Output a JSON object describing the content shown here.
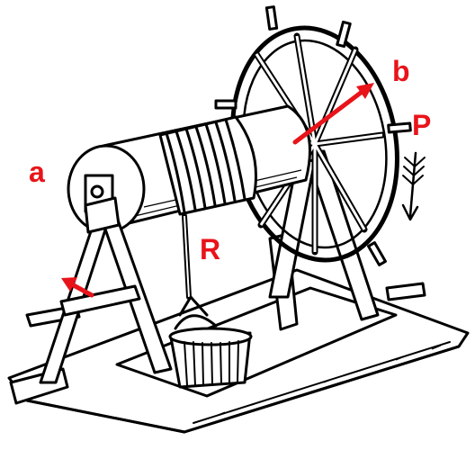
{
  "labels": {
    "a": "a",
    "b": "b",
    "P": "P",
    "R": "R"
  },
  "colors": {
    "annotation": "#e8141a",
    "ink": "#000000",
    "paper": "#ffffff"
  },
  "icons": {
    "force_arrow": "feathered-arrow-icon"
  }
}
